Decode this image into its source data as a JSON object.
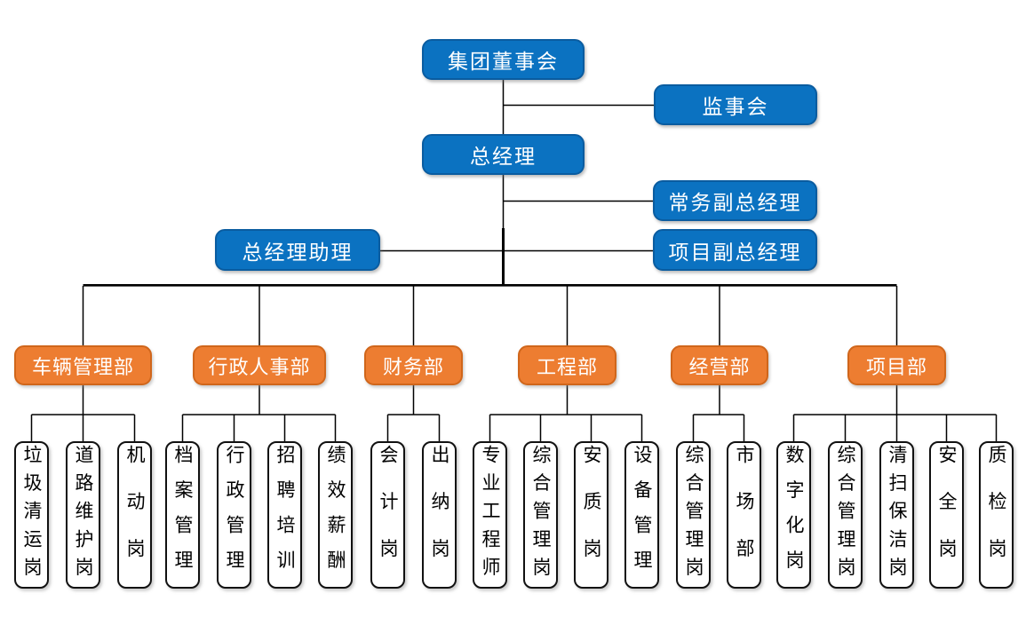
{
  "diagram_type": "org-chart",
  "org": {
    "executives": [
      {
        "id": "board",
        "label": "集团董事会"
      },
      {
        "id": "supervisory-board",
        "label": "监事会"
      },
      {
        "id": "general-manager",
        "label": "总经理"
      },
      {
        "id": "executive-deputy-gm",
        "label": "常务副总经理"
      },
      {
        "id": "gm-assistant",
        "label": "总经理助理"
      },
      {
        "id": "project-deputy-gm",
        "label": "项目副总经理"
      }
    ],
    "departments": [
      {
        "label": "车辆管理部",
        "positions": [
          "垃圾清运岗",
          "道路维护岗",
          "机动岗"
        ]
      },
      {
        "label": "行政人事部",
        "positions": [
          "档案管理",
          "行政管理",
          "招聘培训",
          "绩效薪酬"
        ]
      },
      {
        "label": "财务部",
        "positions": [
          "会计岗",
          "出纳岗"
        ]
      },
      {
        "label": "工程部",
        "positions": [
          "专业工程师",
          "综合管理岗",
          "安质岗",
          "设备管理"
        ]
      },
      {
        "label": "经营部",
        "positions": [
          "综合管理岗",
          "市场部"
        ]
      },
      {
        "label": "项目部",
        "positions": [
          "数字化岗",
          "综合管理岗",
          "清扫保洁岗",
          "安全岗",
          "质检岗"
        ]
      }
    ]
  },
  "colors": {
    "background": "#FFFFFF",
    "executive_fill": "#0B72C1",
    "executive_border": "#0A5CA0",
    "department_fill": "#ED7D31",
    "department_border": "#D0661B",
    "position_fill": "#FFFFFF",
    "position_border": "#111111",
    "text_on_fill": "#FFFFFF",
    "position_text": "#000000",
    "connector": "#000000"
  }
}
